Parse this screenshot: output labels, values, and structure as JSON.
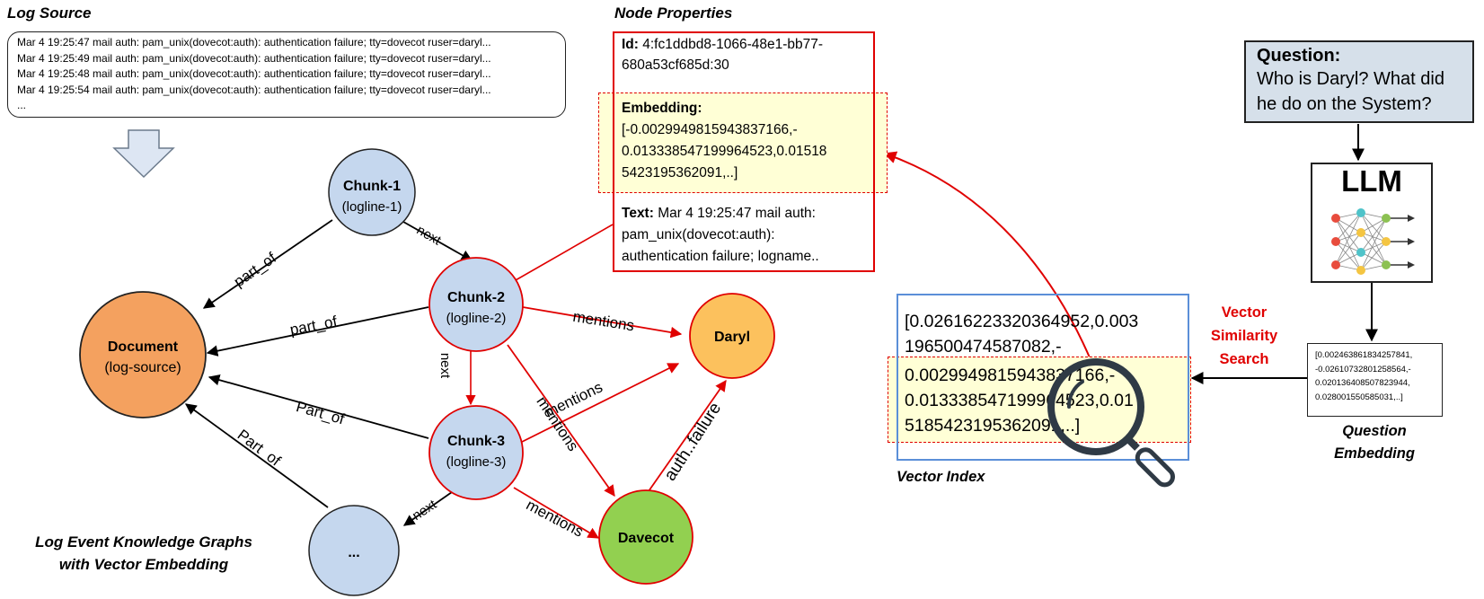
{
  "log_source": {
    "title": "Log Source",
    "lines": [
      "Mar  4 19:25:47 mail auth: pam_unix(dovecot:auth): authentication failure; tty=dovecot ruser=daryl...",
      "Mar  4 19:25:49 mail auth: pam_unix(dovecot:auth): authentication failure; tty=dovecot ruser=daryl...",
      "Mar  4 19:25:48 mail auth: pam_unix(dovecot:auth): authentication failure; tty=dovecot ruser=daryl...",
      "Mar  4 19:25:54 mail auth: pam_unix(dovecot:auth): authentication failure; tty=dovecot ruser=daryl...",
      "..."
    ]
  },
  "node_properties": {
    "title": "Node Properties",
    "id_label": "Id:",
    "id_value_1": "4:fc1ddbd8-1066-48e1-bb77-",
    "id_value_2": "680a53cf685d:30",
    "embedding_label": "Embedding:",
    "embedding_lines": [
      "[-0.0029949815943837166,-",
      "0.013338547199964523,0.01518",
      "5423195362091,..]"
    ],
    "text_label": "Text:",
    "text_lines": [
      "Mar  4 19:25:47 mail auth:",
      "pam_unix(dovecot:auth):",
      "authentication failure; logname.."
    ]
  },
  "graph": {
    "caption_1": "Log Event Knowledge Graphs",
    "caption_2": "with Vector Embedding",
    "nodes": {
      "chunk1": {
        "title": "Chunk-1",
        "sub": "(logline-1)"
      },
      "chunk2": {
        "title": "Chunk-2",
        "sub": "(logline-2)"
      },
      "chunk3": {
        "title": "Chunk-3",
        "sub": "(logline-3)"
      },
      "chunk4": {
        "title": "..."
      },
      "document": {
        "title": "Document",
        "sub": "(log-source)"
      },
      "daryl": {
        "title": "Daryl"
      },
      "davecot": {
        "title": "Davecot"
      }
    },
    "edges": {
      "next": "next",
      "part_of_lower": "part_of",
      "part_of_upper": "Part_of",
      "mentions": "mentions",
      "auth_failure": "auth..failure"
    }
  },
  "vector_index": {
    "title": "Vector Index",
    "lines": [
      "[0.02616223320364952,0.003",
      "196500474587082,-",
      "0.0029949815943837166,-",
      "0.013338547199964523,0.01",
      "5185423195362091,..]"
    ]
  },
  "vector_similarity_search": {
    "line1": "Vector",
    "line2": "Similarity",
    "line3": "Search"
  },
  "question": {
    "title": "Question:",
    "line1": "Who is Daryl? What did",
    "line2": "he do on the System?"
  },
  "llm": {
    "label": "LLM"
  },
  "question_embedding": {
    "values": [
      "[0.002463861834257841,",
      "-0.02610732801258564,-",
      "0.020136408507823944,",
      "0.028001550585031,..]"
    ],
    "label_1": "Question",
    "label_2": "Embedding"
  },
  "colors": {
    "chunk_fill": "#c5d7ee",
    "document_fill": "#f4a15f",
    "daryl_fill": "#fcc15d",
    "davecot_fill": "#92d050",
    "highlight_fill": "#ffffd6",
    "red": "#e00000",
    "question_fill": "#d6e0ea"
  }
}
